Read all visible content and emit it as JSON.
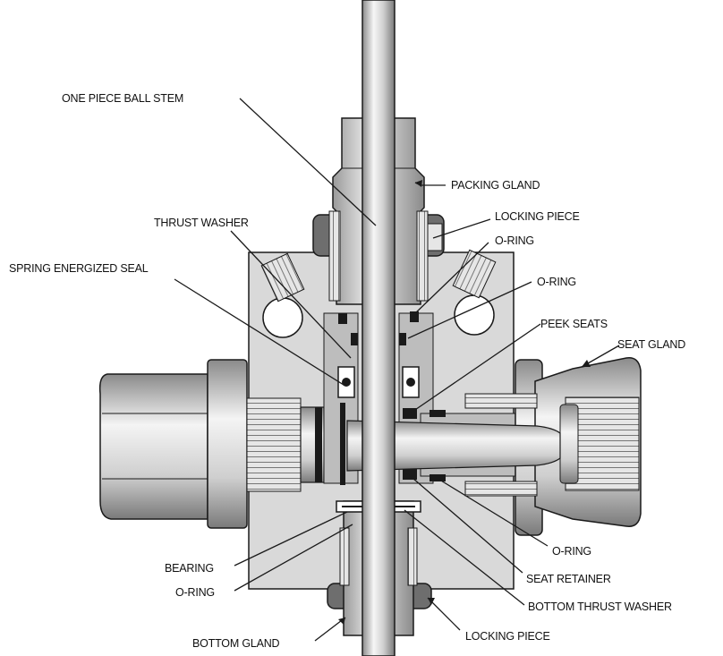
{
  "labels": {
    "one_piece_ball_stem": "ONE PIECE BALL STEM",
    "packing_gland": "PACKING GLAND",
    "thrust_washer": "THRUST WASHER",
    "locking_piece_top": "LOCKING PIECE",
    "o_ring_top_1": "O-RING",
    "spring_energized_seal": "SPRING ENERGIZED SEAL",
    "o_ring_top_2": "O-RING",
    "peek_seats": "PEEK SEATS",
    "seat_gland": "SEAT GLAND",
    "o_ring_right": "O-RING",
    "bearing": "BEARING",
    "seat_retainer": "SEAT RETAINER",
    "bottom_thrust_washer": "BOTTOM THRUST WASHER",
    "o_ring_bottom": "O-RING",
    "locking_piece_bottom": "LOCKING PIECE",
    "bottom_gland": "BOTTOM GLAND"
  },
  "colors": {
    "body": "#d9d9d9",
    "outline": "#1a1a1a",
    "stem_light": "#f4f4f4",
    "stem_dark": "#8e8e8e",
    "seal": "#1a1a1a"
  }
}
